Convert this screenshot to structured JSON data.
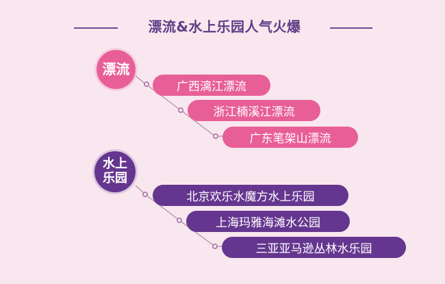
{
  "title": "漂流&水上乐园人气火爆",
  "groups": [
    {
      "label": "漂流",
      "color": "#e85f97",
      "items": [
        "广西漓江漂流",
        "浙江楠溪江漂流",
        "广东笔架山漂流"
      ]
    },
    {
      "label": "水上乐园",
      "color": "#65368f",
      "items": [
        "北京欢乐水魔方水上乐园",
        "上海玛雅海滩水公园",
        "三亚亚马逊丛林水乐园"
      ]
    }
  ],
  "style": {
    "background": "#f8e7ee",
    "title_color": "#5f3d87",
    "line_color": "#6b4a8f",
    "dot_border": "#b77bb0"
  }
}
